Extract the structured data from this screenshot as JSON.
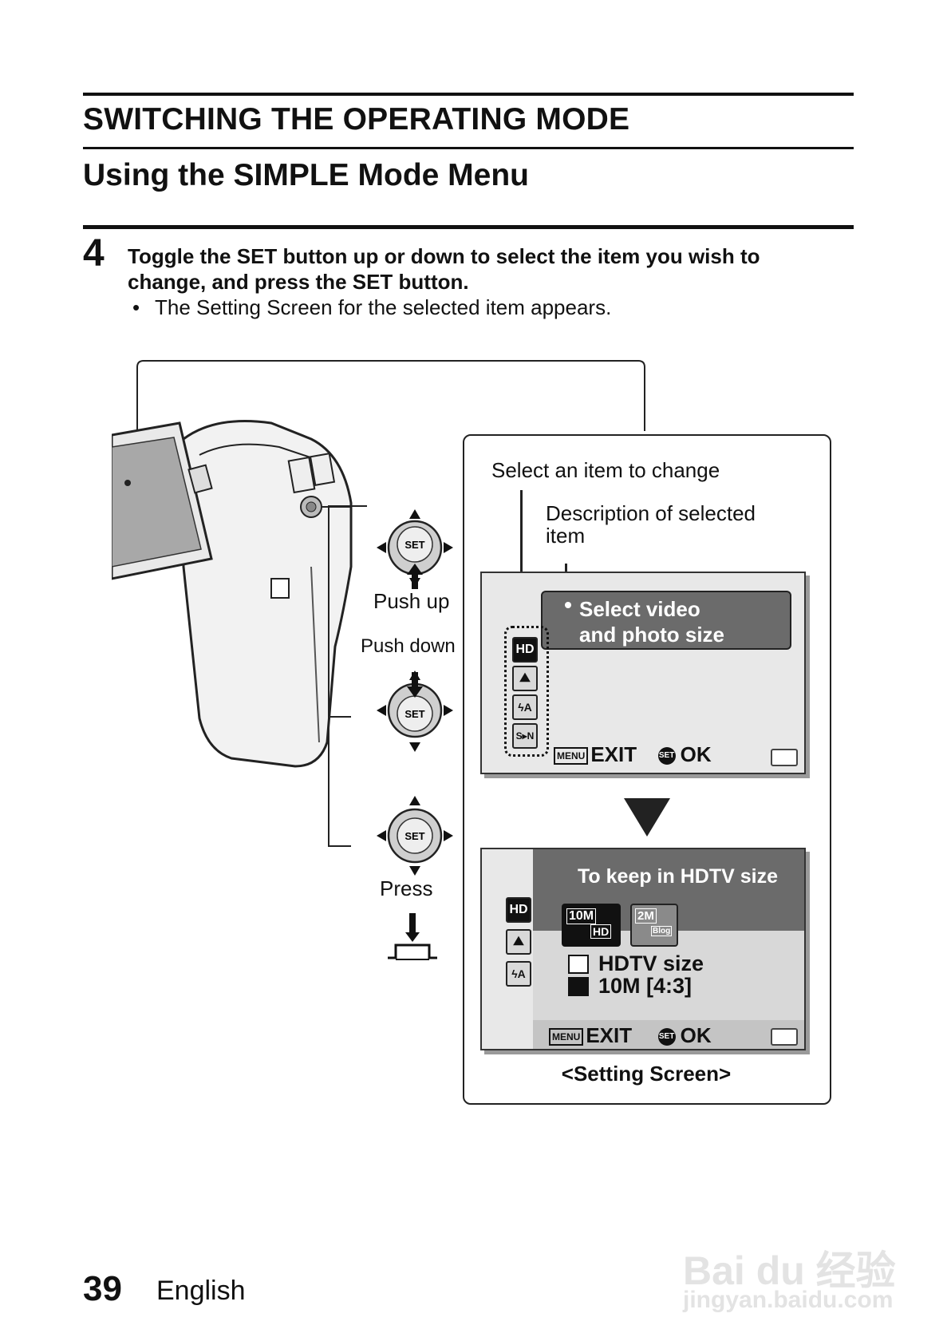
{
  "header": {
    "title": "SWITCHING THE OPERATING MODE",
    "subtitle": "Using the SIMPLE Mode Menu"
  },
  "step": {
    "number": "4",
    "instruction_line1": "Toggle the SET button up or down to select the item you wish to",
    "instruction_line2": "change, and press the SET button.",
    "bullet": "The Setting Screen for the selected item appears."
  },
  "controls": {
    "set_label": "SET",
    "push_up": "Push up",
    "push_down": "Push down",
    "press": "Press"
  },
  "callouts": {
    "select_item": "Select an item to change",
    "description_line1": "Description of selected",
    "description_line2": "item"
  },
  "menu_screen": {
    "desc_line1": "Select video",
    "desc_line2": "and photo size",
    "icons": [
      "HD",
      "scene-icon",
      "flash-auto-icon",
      "S>N"
    ],
    "icon_labels": [
      "HD",
      "⛰",
      "ϟA",
      "S▸N"
    ],
    "menu_label": "MENU",
    "exit_label": "EXIT",
    "set_label": "SET",
    "ok_label": "OK"
  },
  "setting_screen": {
    "header": "To keep in HDTV size",
    "option1_top": "10M",
    "option1_bottom": "HD",
    "option2_top": "2M",
    "option2_bottom": "Blog",
    "video_size": "HDTV size",
    "photo_size": "10M [4:3]",
    "side_icons": [
      "HD",
      "⛰",
      "ϟA"
    ],
    "menu_label": "MENU",
    "exit_label": "EXIT",
    "set_label": "SET",
    "ok_label": "OK",
    "caption": "<Setting Screen>"
  },
  "footer": {
    "page_number": "39",
    "language": "English"
  },
  "watermark": {
    "brand": "Bai du 经验",
    "url": "jingyan.baidu.com"
  },
  "colors": {
    "screen_dark": "#6b6b6b",
    "screen_light": "#e8e8e8",
    "text": "#111111"
  }
}
